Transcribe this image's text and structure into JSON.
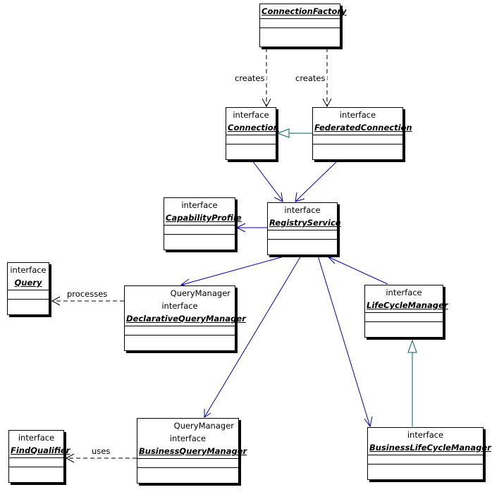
{
  "classes": {
    "connection_factory": {
      "name": "ConnectionFactory"
    },
    "connection": {
      "stereotype": "interface",
      "name": "Connection"
    },
    "federated_connection": {
      "stereotype": "interface",
      "name": "FederatedConnection"
    },
    "capability_profile": {
      "stereotype": "interface",
      "name": "CapabilityProfile"
    },
    "registry_service": {
      "stereotype": "interface",
      "name": "RegistryService"
    },
    "query": {
      "stereotype": "interface",
      "name": "Query"
    },
    "declarative_query_manager": {
      "superclass": "QueryManager",
      "stereotype": "interface",
      "name": "DeclarativeQueryManager"
    },
    "life_cycle_manager": {
      "stereotype": "interface",
      "name": "LifeCycleManager"
    },
    "find_qualifier": {
      "stereotype": "interface",
      "name": "FindQualifier"
    },
    "business_query_manager": {
      "superclass": "QueryManager",
      "stereotype": "interface",
      "name": "BusinessQueryManager"
    },
    "business_life_cycle_manager": {
      "stereotype": "interface",
      "name": "BusinessLifeCycleManager"
    }
  },
  "relations": {
    "creates_connection": "creates",
    "creates_federated": "creates",
    "processes": "processes",
    "uses": "uses"
  },
  "colors": {
    "association": "#0000aa",
    "generalization": "#006060",
    "dependency": "#000000",
    "box_border": "#000000"
  }
}
